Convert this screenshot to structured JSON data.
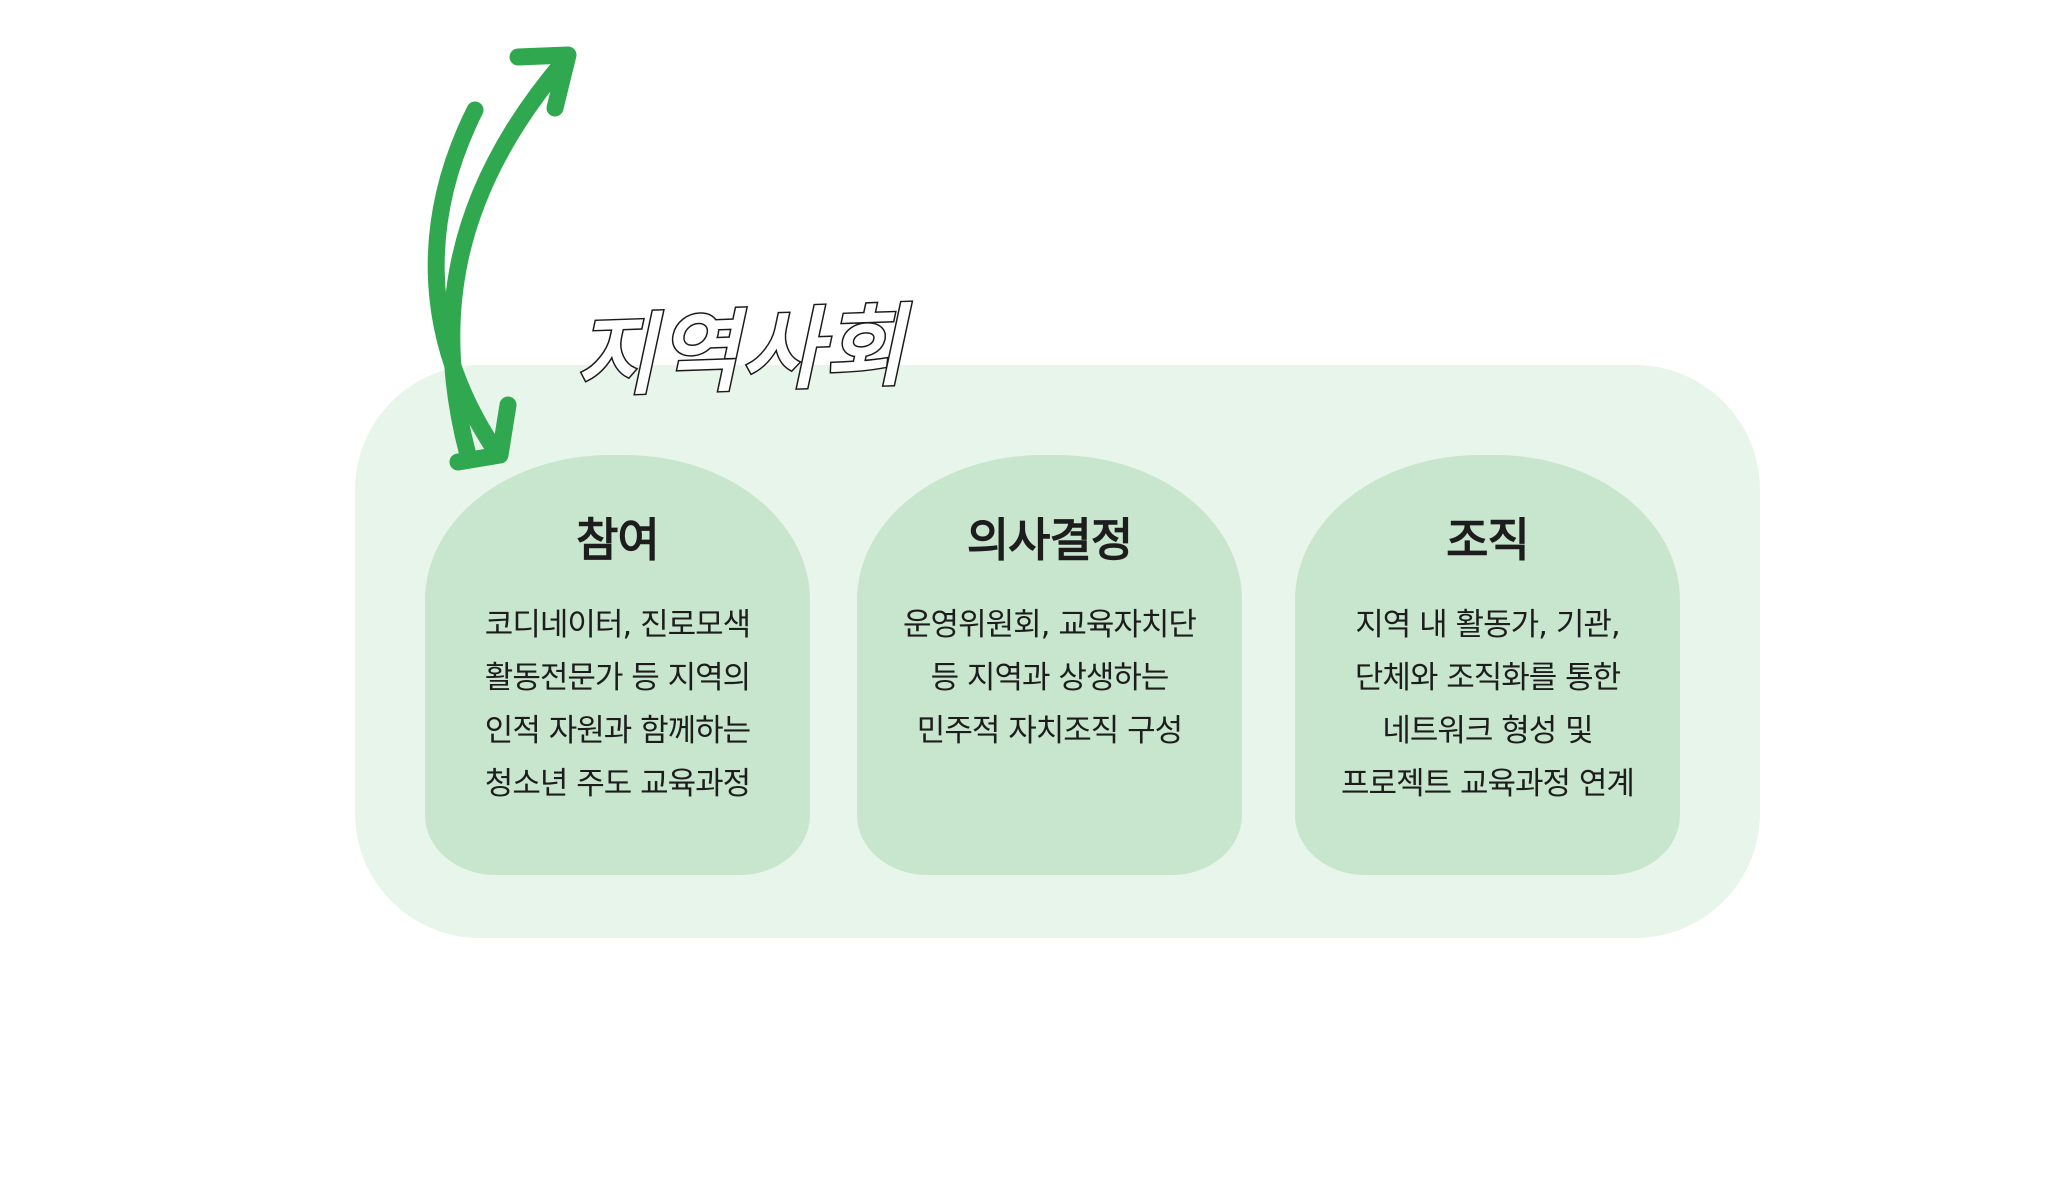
{
  "title": "지역사회",
  "colors": {
    "outer_background": "#e8f5ea",
    "card_background": "#c8e6cd",
    "arrow": "#2fa84f"
  },
  "cards": [
    {
      "title": "참여",
      "lines": [
        "코디네이터, 진로모색",
        "활동전문가 등 지역의",
        "인적 자원과 함께하는",
        "청소년 주도 교육과정"
      ]
    },
    {
      "title": "의사결정",
      "lines": [
        "운영위원회, 교육자치단",
        "등 지역과 상생하는",
        "민주적 자치조직 구성",
        ""
      ]
    },
    {
      "title": "조직",
      "lines": [
        "지역 내 활동가, 기관,",
        "단체와 조직화를 통한",
        "네트워크 형성 및",
        "프로젝트 교육과정 연계"
      ]
    }
  ]
}
